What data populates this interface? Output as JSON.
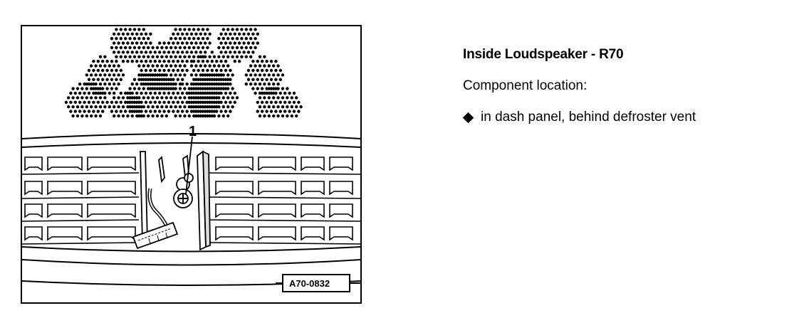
{
  "figure": {
    "code": "A70-0832",
    "callout": "1"
  },
  "text": {
    "heading": "Inside Loudspeaker - R70",
    "subheading": "Component location:",
    "bullets": [
      {
        "icon": "diamond-bullet-icon",
        "text": "in dash panel, behind defroster vent"
      }
    ]
  }
}
